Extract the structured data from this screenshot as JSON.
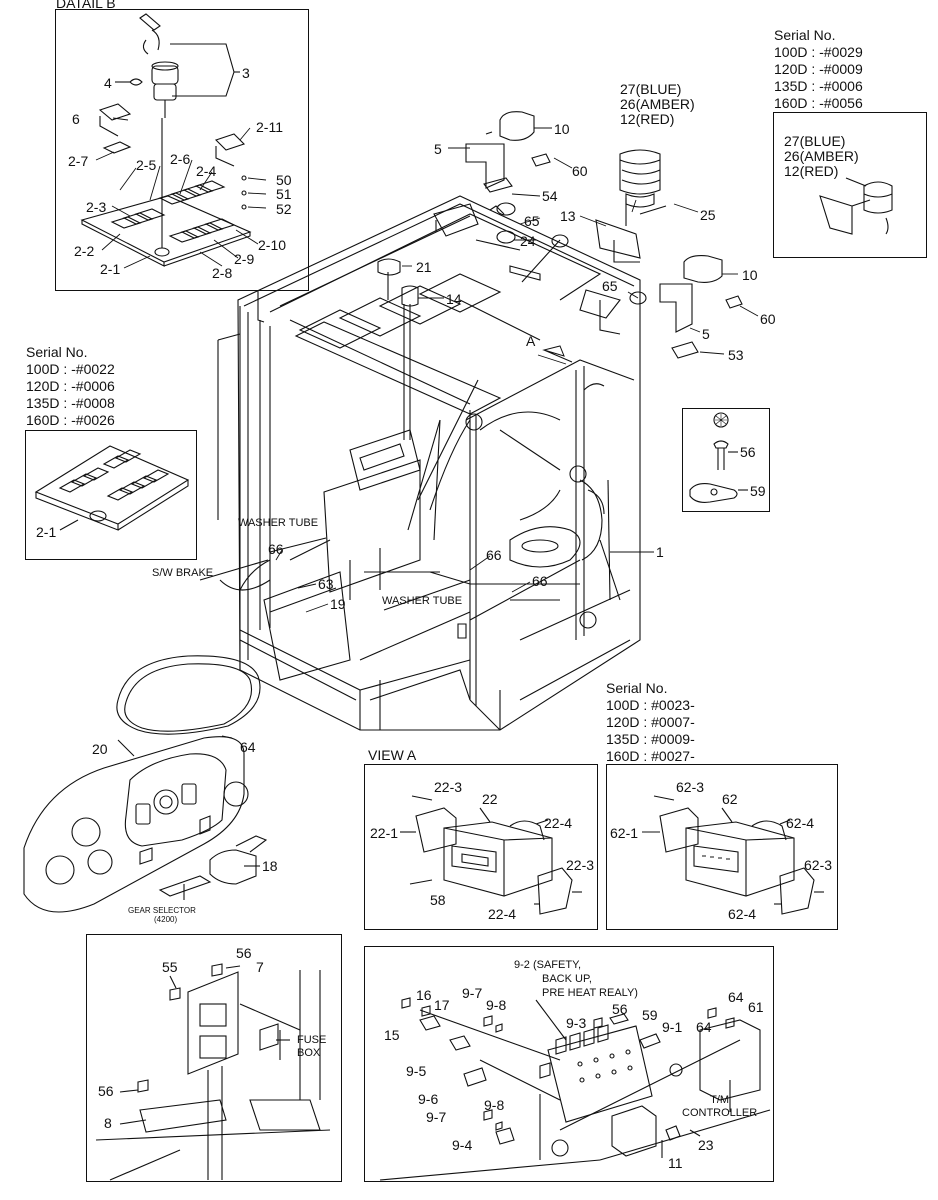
{
  "detail_b_title": "DATAIL B",
  "view_a_title": "VIEW A",
  "view_arrow_label": "A",
  "serial_top_right": {
    "heading": "Serial No.",
    "lines": [
      "100D : -#0029",
      "120D : -#0009",
      "135D : -#0006",
      "160D : -#0056"
    ]
  },
  "serial_left": {
    "heading": "Serial No.",
    "lines": [
      "100D : -#0022",
      "120D : -#0006",
      "135D : -#0008",
      "160D : -#0026"
    ]
  },
  "serial_right_mid": {
    "heading": "Serial No.",
    "lines": [
      "100D : #0023-",
      "120D : #0007-",
      "135D : #0009-",
      "160D : #0027-"
    ]
  },
  "beacon_colors_main": [
    "27(BLUE)",
    "26(AMBER)",
    "12(RED)"
  ],
  "beacon_colors_inset": [
    "27(BLUE)",
    "26(AMBER)",
    "12(RED)"
  ],
  "text_labels": {
    "washer_tube_1": "WASHER TUBE",
    "washer_tube_2": "WASHER TUBE",
    "sw_brake": "S/W BRAKE",
    "gear_selector": "GEAR SELECTOR",
    "gear_selector_sub": "(4200)",
    "fuse_box": [
      "FUSE",
      "BOX"
    ],
    "relay_note": [
      "9-2 (SAFETY,",
      "BACK UP,",
      "PRE HEAT REALY)"
    ],
    "tm_controller": [
      "T/M",
      "CONTROLLER"
    ]
  },
  "detail_b_callouts": [
    "3",
    "4",
    "6",
    "2-11",
    "2-7",
    "2-5",
    "2-6",
    "2-4",
    "50",
    "51",
    "52",
    "2-3",
    "2-2",
    "2-1",
    "2-8",
    "2-9",
    "2-10"
  ],
  "main_callouts": [
    "10",
    "60",
    "5",
    "54",
    "25",
    "13",
    "65",
    "24",
    "21",
    "14",
    "10",
    "65",
    "60",
    "5",
    "53",
    "56",
    "59",
    "1",
    "66",
    "66",
    "66",
    "63",
    "19",
    "2-1",
    "20",
    "64",
    "18"
  ],
  "view_a_callouts": [
    "22-3",
    "22",
    "22-1",
    "22-4",
    "22-3",
    "58",
    "22-4"
  ],
  "view_a2_callouts": [
    "62-3",
    "62",
    "62-1",
    "62-4",
    "62-3",
    "62-4"
  ],
  "fuse_panel_callouts": [
    "56",
    "7",
    "55",
    "56",
    "8"
  ],
  "relay_panel_callouts": [
    "16",
    "17",
    "15",
    "9-7",
    "9-8",
    "56",
    "59",
    "9-3",
    "9-1",
    "64",
    "64",
    "61",
    "9-5",
    "9-6",
    "9-7",
    "9-8",
    "9-4",
    "11",
    "23"
  ]
}
